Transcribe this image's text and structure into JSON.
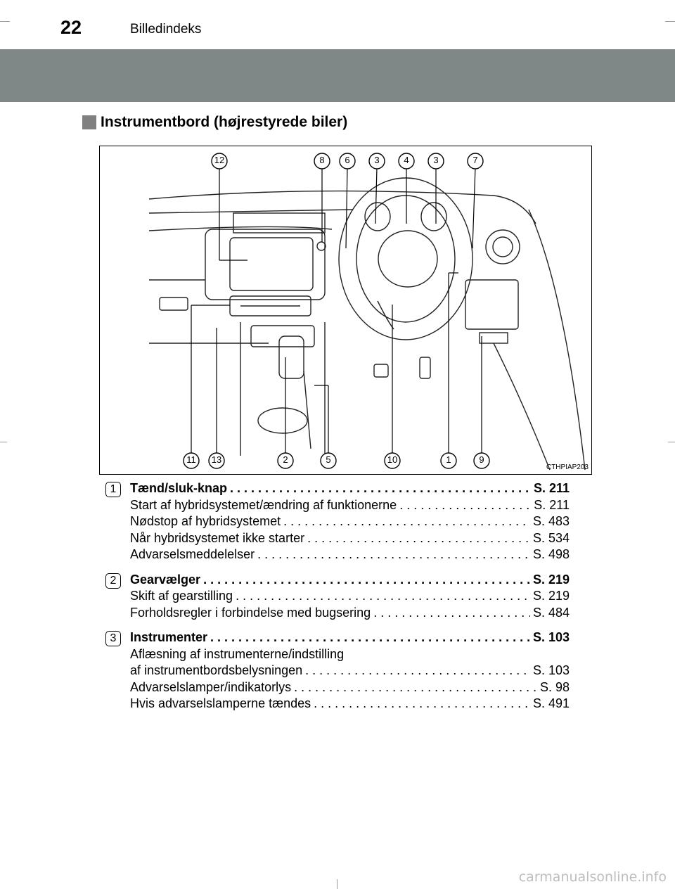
{
  "header": {
    "page_number": "22",
    "title": "Billedindeks"
  },
  "section": {
    "title": "Instrumentbord (højrestyrede biler)"
  },
  "figure": {
    "code": "CTHPIAP203",
    "top_callouts": [
      "12",
      "8",
      "6",
      "3",
      "4",
      "3",
      "7"
    ],
    "bottom_callouts": [
      "11",
      "13",
      "2",
      "5",
      "10",
      "1",
      "9"
    ]
  },
  "items": [
    {
      "number": "1",
      "title": "Tænd/sluk-knap",
      "page": "S. 211",
      "lines": [
        {
          "text": "Start af hybridsystemet/ændring af funktionerne",
          "page": "S. 211"
        },
        {
          "text": "Nødstop af hybridsystemet",
          "page": "S. 483"
        },
        {
          "text": "Når hybridsystemet ikke starter",
          "page": "S. 534"
        },
        {
          "text": "Advarselsmeddelelser",
          "page": "S. 498"
        }
      ]
    },
    {
      "number": "2",
      "title": "Gearvælger",
      "page": "S. 219",
      "lines": [
        {
          "text": "Skift af gearstilling",
          "page": "S. 219"
        },
        {
          "text": "Forholdsregler i forbindelse med bugsering",
          "page": "S. 484"
        }
      ]
    },
    {
      "number": "3",
      "title": "Instrumenter",
      "page": "S. 103",
      "pre_line": "Aflæsning af instrumenterne/indstilling",
      "lines": [
        {
          "text": "af instrumentbordsbelysningen",
          "page": "S. 103"
        },
        {
          "text": "Advarselslamper/indikatorlys",
          "page": "S. 98"
        },
        {
          "text": "Hvis advarselslamperne tændes",
          "page": "S. 491"
        }
      ]
    }
  ],
  "watermark": "carmanualsonline.info"
}
